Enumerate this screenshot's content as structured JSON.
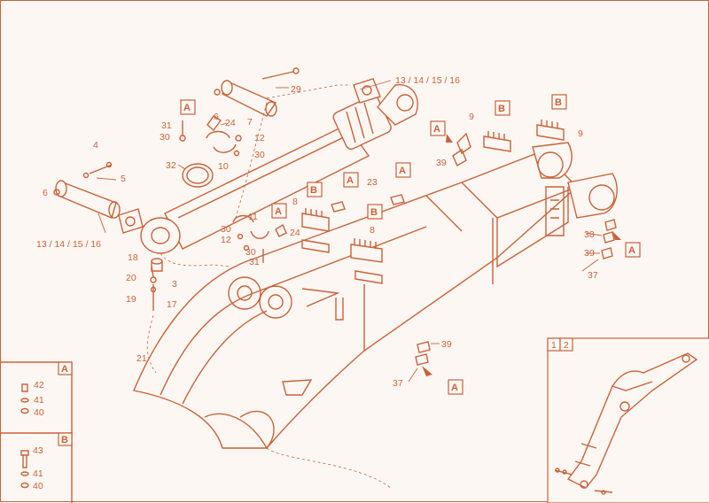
{
  "callouts": [
    {
      "id": "c29",
      "text": "29"
    },
    {
      "id": "c13a",
      "text": "13 / 14 / 15 / 16"
    },
    {
      "id": "c6a",
      "text": "6"
    },
    {
      "id": "c7",
      "text": "7"
    },
    {
      "id": "c24a",
      "text": "24"
    },
    {
      "id": "c31a",
      "text": "31"
    },
    {
      "id": "c30a",
      "text": "30"
    },
    {
      "id": "c12a",
      "text": "12"
    },
    {
      "id": "c30b",
      "text": "30"
    },
    {
      "id": "c10",
      "text": "10"
    },
    {
      "id": "c4",
      "text": "4"
    },
    {
      "id": "c5",
      "text": "5"
    },
    {
      "id": "c32",
      "text": "32"
    },
    {
      "id": "c6b",
      "text": "6"
    },
    {
      "id": "c13b",
      "text": "13 / 14 / 15 / 16"
    },
    {
      "id": "c9a",
      "text": "9"
    },
    {
      "id": "c9b",
      "text": "9"
    },
    {
      "id": "c39a",
      "text": "39"
    },
    {
      "id": "c8a",
      "text": "8"
    },
    {
      "id": "c23",
      "text": "23"
    },
    {
      "id": "c11",
      "text": "11"
    },
    {
      "id": "c24b",
      "text": "24"
    },
    {
      "id": "c30c",
      "text": "30"
    },
    {
      "id": "c12b",
      "text": "12"
    },
    {
      "id": "c30d",
      "text": "30"
    },
    {
      "id": "c31b",
      "text": "31"
    },
    {
      "id": "c8b",
      "text": "8"
    },
    {
      "id": "c18",
      "text": "18"
    },
    {
      "id": "c20",
      "text": "20"
    },
    {
      "id": "c3",
      "text": "3"
    },
    {
      "id": "c19",
      "text": "19"
    },
    {
      "id": "c17",
      "text": "17"
    },
    {
      "id": "c21",
      "text": "21"
    },
    {
      "id": "c38",
      "text": "38"
    },
    {
      "id": "c39b",
      "text": "39"
    },
    {
      "id": "c37a",
      "text": "37"
    },
    {
      "id": "c39c",
      "text": "39"
    },
    {
      "id": "c37b",
      "text": "37"
    },
    {
      "id": "ka42",
      "text": "42"
    },
    {
      "id": "ka41",
      "text": "41"
    },
    {
      "id": "ka40",
      "text": "40"
    },
    {
      "id": "kb43",
      "text": "43"
    },
    {
      "id": "kb41",
      "text": "41"
    },
    {
      "id": "kb40",
      "text": "40"
    }
  ],
  "tags": {
    "A": "A",
    "B": "B"
  },
  "inset": {
    "col1": "1",
    "col2": "2"
  },
  "colors": {
    "line": "#c8623a",
    "paper": "#fdf7f3"
  }
}
